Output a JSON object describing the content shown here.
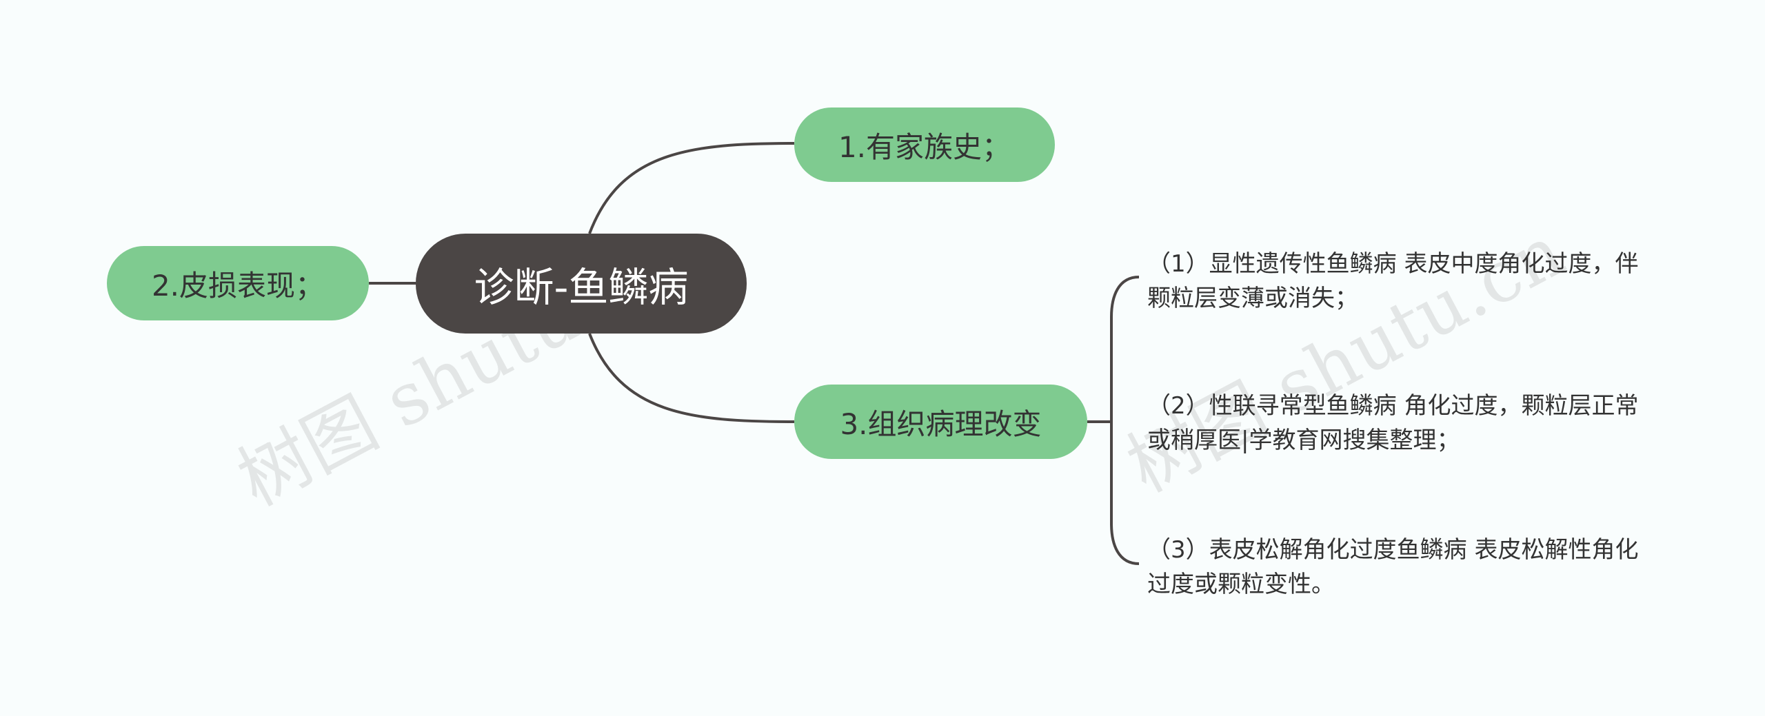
{
  "root": {
    "label": "诊断-鱼鳞病"
  },
  "branches": [
    {
      "label": "1.有家族史；"
    },
    {
      "label": "2.皮损表现；"
    },
    {
      "label": "3.组织病理改变"
    }
  ],
  "details": [
    {
      "text": "（1）显性遗传性鱼鳞病 表皮中度角化过度，伴颗粒层变薄或消失；"
    },
    {
      "text": "（2）性联寻常型鱼鳞病 角化过度，颗粒层正常或稍厚医|学教育网搜集整理；"
    },
    {
      "text": "（3）表皮松解角化过度鱼鳞病 表皮松解性角化过度或颗粒变性。"
    }
  ],
  "watermarks": [
    {
      "text": "树图 shutu.cn"
    },
    {
      "text": "树图 shutu.cn"
    }
  ],
  "colors": {
    "root_fill": "#4b4645",
    "branch_fill": "#7fcb90",
    "connector": "#4b4645",
    "background": "#f9fdfd"
  }
}
